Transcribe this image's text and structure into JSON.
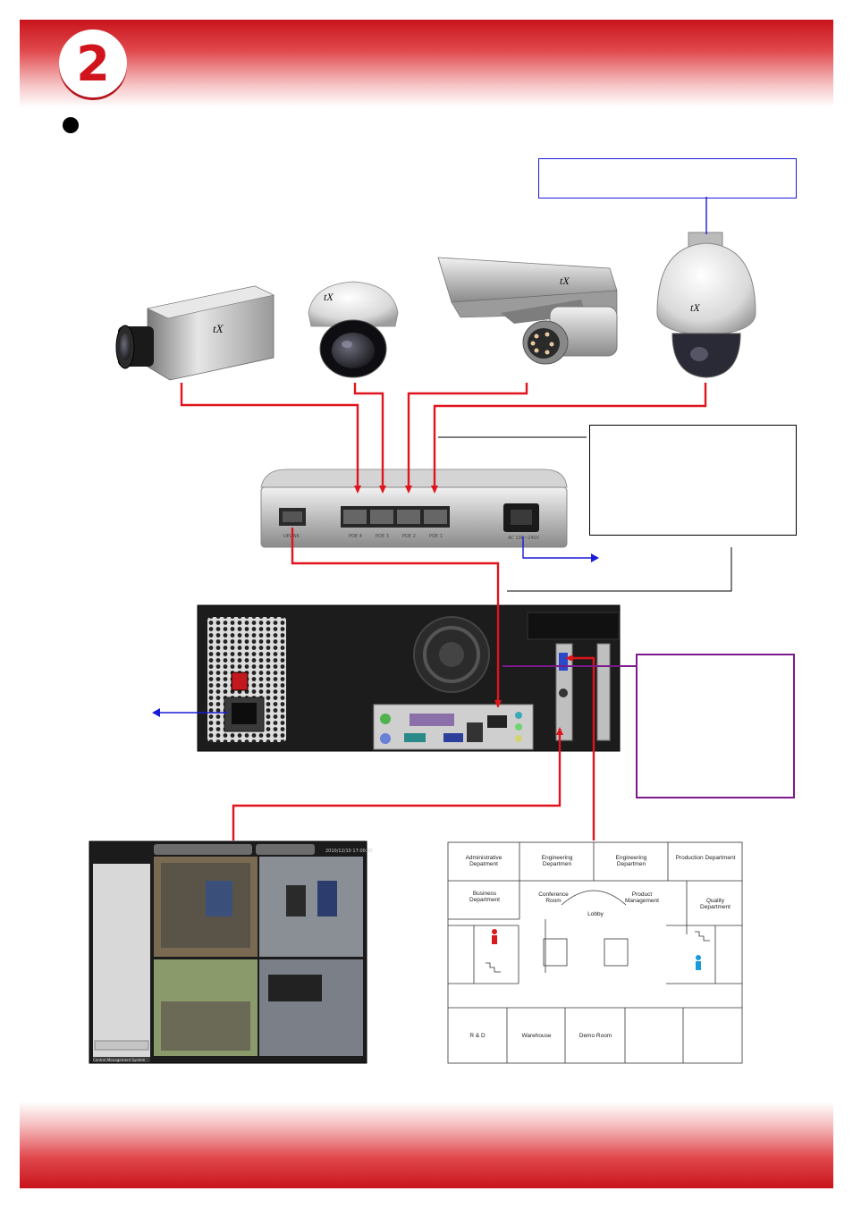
{
  "header": {
    "step_number": "2"
  },
  "devices": {
    "poe_switch": {
      "ports": [
        "UPLINK",
        "POE 4",
        "POE 3",
        "POE 2",
        "POE 1"
      ],
      "power_label": "AC 100~240V"
    },
    "camera_brand": "tX"
  },
  "floor_plan": {
    "rooms": {
      "admin": "Administrative Depatment",
      "eng1": "Engineering Departmen",
      "eng2": "Engineering Departmen",
      "production": "Production Department",
      "business": "Business Department",
      "conference": "Conference Room",
      "product": "Product Management",
      "quality": "Quality Department",
      "lobby": "Lobby",
      "rd": "R & D",
      "warehouse": "Warehouse",
      "demo": "Demo Room"
    }
  },
  "cms": {
    "footer_text": "Central Management System",
    "timestamp": "2010/12/10 17:00:00"
  },
  "colors": {
    "red_line": "#e0141c",
    "blue_line": "#1a1ad9",
    "purple_line": "#7b1a8a",
    "banner": "#c8141b"
  }
}
